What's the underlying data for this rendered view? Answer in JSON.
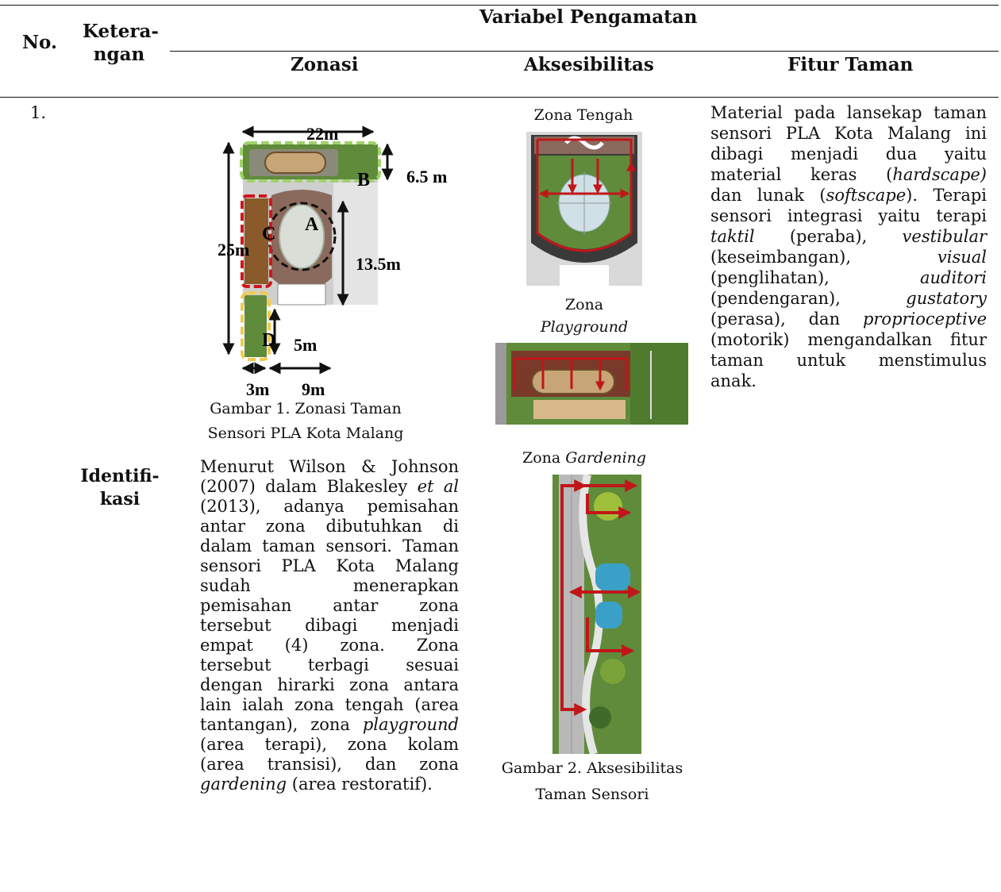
{
  "header": {
    "no": "No.",
    "keterangan_1": "Ketera-",
    "keterangan_2": "ngan",
    "variabel": "Variabel Pengamatan",
    "zonasi": "Zonasi",
    "aksesibilitas": "Aksesibilitas",
    "fitur": "Fitur Taman"
  },
  "row": {
    "number": "1.",
    "keterangan_1": "Identifi-",
    "keterangan_2": "kasi"
  },
  "zonasi": {
    "figure_labels": {
      "dim_22": "22m",
      "dim_6_5": "6.5 m",
      "dim_25": "25m",
      "dim_13_5": "13.5m",
      "dim_5": "5m",
      "dim_3": "3m",
      "dim_9": "9m",
      "zone_a": "A",
      "zone_b": "B",
      "zone_c": "C",
      "zone_d": "D"
    },
    "caption_1": "Gambar 1. Zonasi Taman",
    "caption_2": "Sensori PLA Kota Malang",
    "lines": [
      "Menurut Wilson & Johnson",
      "(2007) dalam Blakesley ",
      "et al",
      "(2013), adanya pemisahan",
      "antar zona dibutuhkan di",
      "dalam taman sensori. Taman",
      "sensori PLA Kota Malang",
      "sudah menerapkan",
      "pemisahan antar zona",
      "tersebut dibagi menjadi",
      "empat (4) zona. Zona",
      "tersebut terbagi sesuai",
      "dengan hirarki zona antara",
      "lain ialah zona tengah (area",
      "tantangan), zona ",
      "playground",
      "(area terapi), zona kolam",
      "(area transisi), dan zona",
      "gardening",
      " (area restoratif)."
    ]
  },
  "aksesibilitas": {
    "zona_tengah": "Zona Tengah",
    "zona_playground_1": "Zona",
    "zona_playground_2": "Playground",
    "zona_gardening_1": "Zona ",
    "zona_gardening_2": "Gardening",
    "caption_1": "Gambar 2. Aksesibilitas",
    "caption_2": "Taman Sensori"
  },
  "fitur": {
    "l1": "Material pada lansekap taman",
    "l2": "sensori PLA Kota Malang ini",
    "l3": "dibagi menjadi dua yaitu",
    "l4a": "material keras (",
    "l4b": "hardscape)",
    "l5a": "dan lunak (",
    "l5b": "softscape",
    "l5c": "). Terapi",
    "l6": "sensori integrasi yaitu terapi",
    "l7a": "taktil",
    "l7b": " (peraba), ",
    "l7c": "vestibular",
    "l8a": "(keseimbangan), ",
    "l8b": "visual",
    "l9a": "(penglihatan), ",
    "l9b": "auditori",
    "l10a": "(pendengaran), ",
    "l10b": "gustatory",
    "l11a": "(perasa), dan ",
    "l11b": "proprioceptive",
    "l12": "(motorik) mengandalkan fitur",
    "l13": "taman untuk menstimulus",
    "l14": "anak."
  },
  "colors": {
    "grass": "#5f8b3a",
    "grass_dark": "#3f6b2a",
    "arrow_red": "#c0161a",
    "zone_green": "#9fd36a",
    "zone_red": "#d2141c",
    "zone_yellow": "#f2c94c",
    "paving": "#d9d9d9"
  }
}
